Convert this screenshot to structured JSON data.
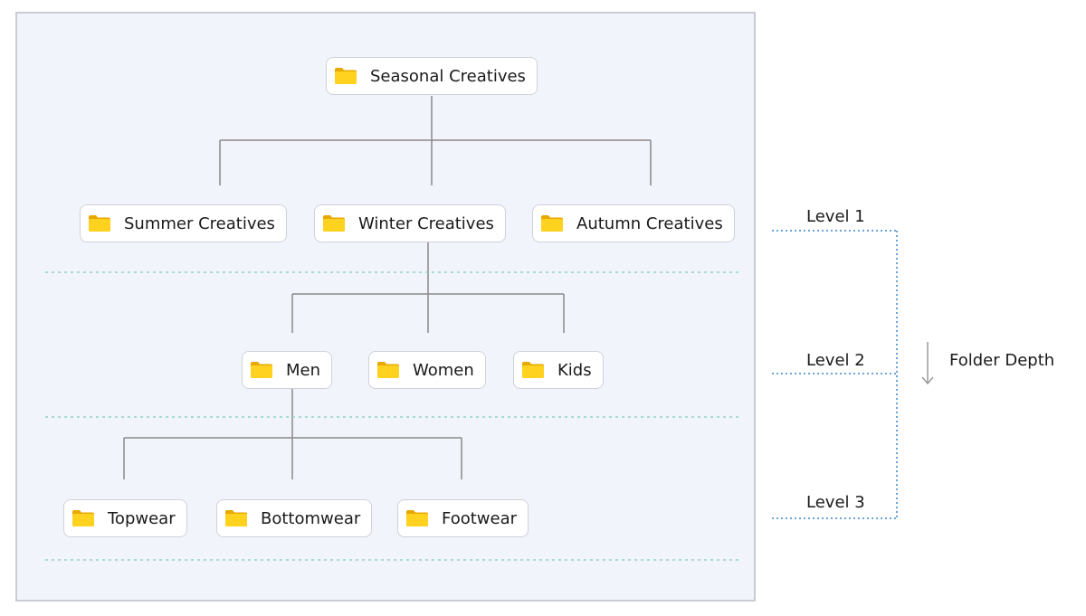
{
  "tree": {
    "root": {
      "label": "Seasonal Creatives",
      "icon": "folder-icon"
    },
    "level1": [
      {
        "label": "Summer Creatives",
        "icon": "folder-icon"
      },
      {
        "label": "Winter Creatives",
        "icon": "folder-icon"
      },
      {
        "label": "Autumn Creatives",
        "icon": "folder-icon"
      }
    ],
    "level2": [
      {
        "label": "Men",
        "icon": "folder-icon"
      },
      {
        "label": "Women",
        "icon": "folder-icon"
      },
      {
        "label": "Kids",
        "icon": "folder-icon"
      }
    ],
    "level3": [
      {
        "label": "Topwear",
        "icon": "folder-icon"
      },
      {
        "label": "Bottomwear",
        "icon": "folder-icon"
      },
      {
        "label": "Footwear",
        "icon": "folder-icon"
      }
    ]
  },
  "legend": {
    "levels": [
      "Level 1",
      "Level 2",
      "Level 3"
    ],
    "depth_label": "Folder Depth",
    "depth_icon": "arrow-down-icon"
  },
  "colors": {
    "panel_background": "#f2f4fc",
    "panel_border": "#c9ccd4",
    "connector": "#8a8a8a",
    "level_divider": "#8fd3c2",
    "legend_dotted": "#3a86c9",
    "folder": "#f5c518"
  }
}
